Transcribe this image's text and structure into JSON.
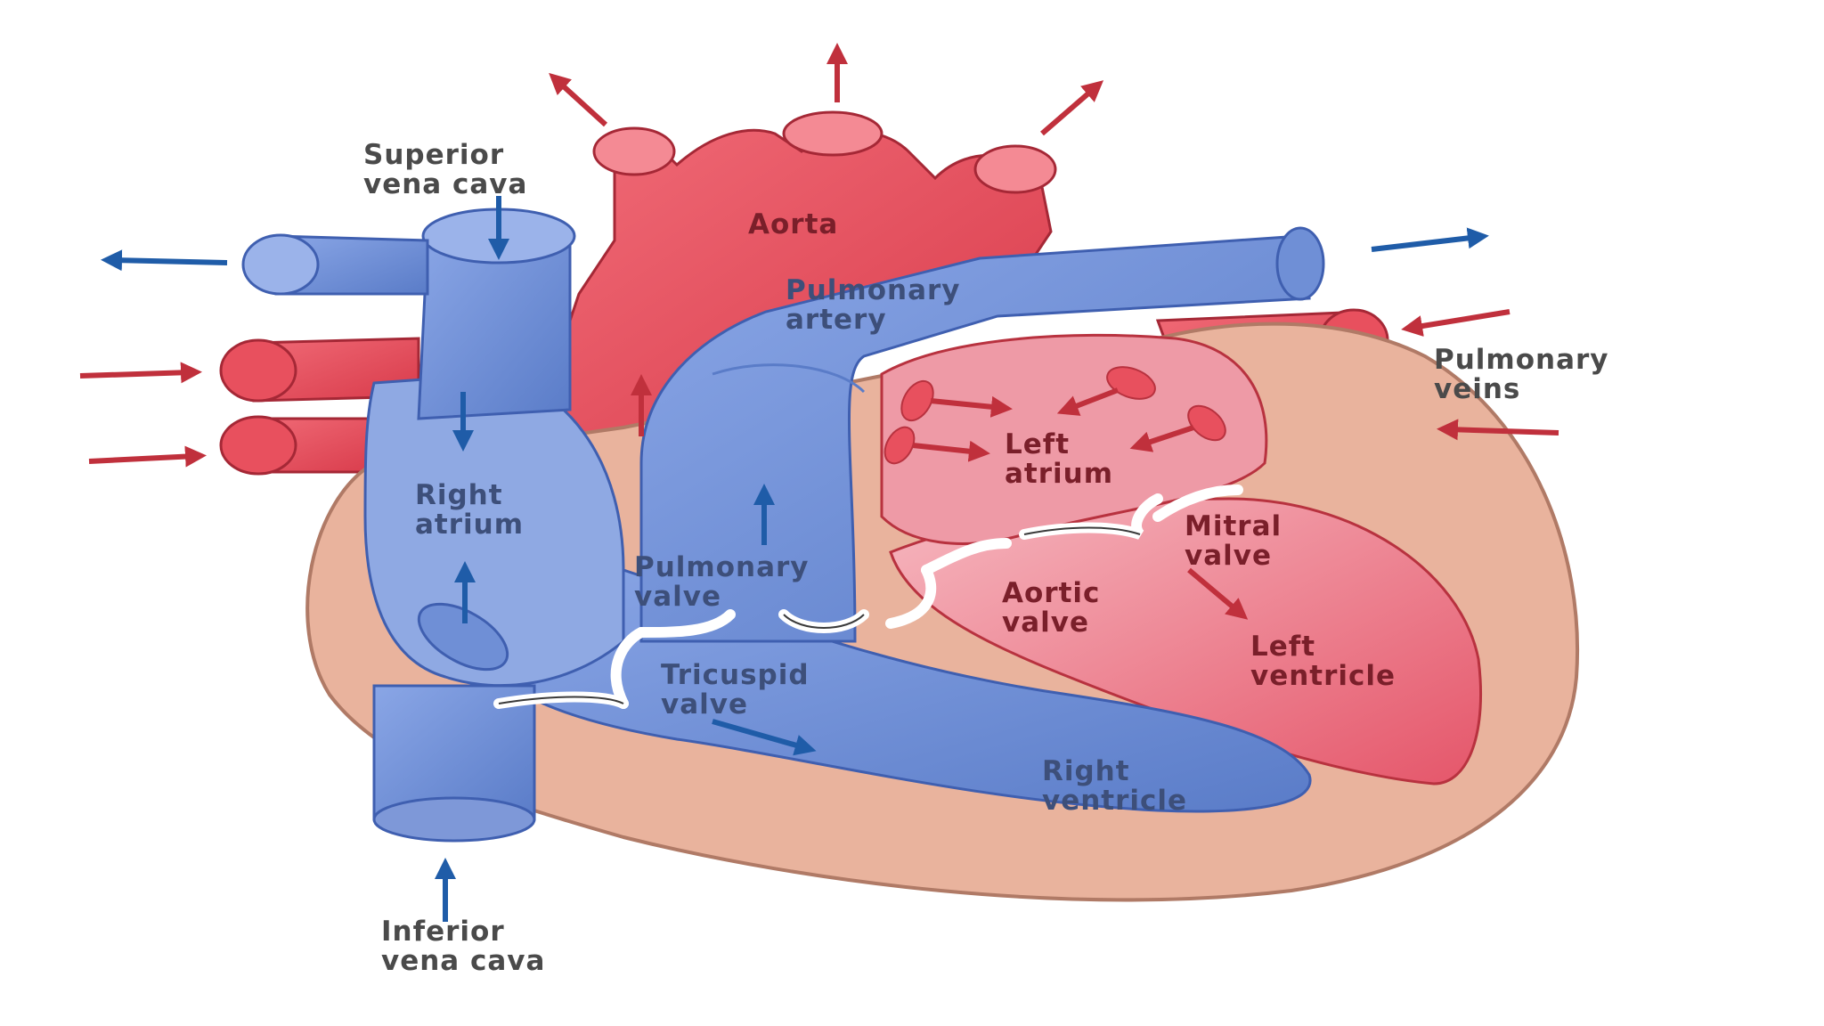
{
  "labels": {
    "superior_vena_cava": [
      "Superior",
      "vena cava"
    ],
    "aorta": [
      "Aorta"
    ],
    "pulmonary_artery": [
      "Pulmonary",
      "artery"
    ],
    "pulmonary_veins": [
      "Pulmonary",
      "veins"
    ],
    "left_atrium": [
      "Left",
      "atrium"
    ],
    "right_atrium": [
      "Right",
      "atrium"
    ],
    "mitral_valve": [
      "Mitral",
      "valve"
    ],
    "pulmonary_valve": [
      "Pulmonary",
      "valve"
    ],
    "aortic_valve": [
      "Aortic",
      "valve"
    ],
    "left_ventricle": [
      "Left",
      "ventricle"
    ],
    "tricuspid_valve": [
      "Tricuspid",
      "valve"
    ],
    "right_ventricle": [
      "Right",
      "ventricle"
    ],
    "inferior_vena_cava": [
      "Inferior",
      "vena cava"
    ]
  },
  "colors": {
    "oxygenated": "#e8505e",
    "oxygenated_dark": "#b8323f",
    "deoxygenated": "#6f8fd6",
    "deoxygenated_dark": "#3f5fb0",
    "muscle_wall": "#e8b09a",
    "arrow_red": "#c0303c",
    "arrow_blue": "#1f5ca8"
  },
  "icons": {
    "flow_arrow": "arrow-icon",
    "valve": "valve-icon"
  }
}
